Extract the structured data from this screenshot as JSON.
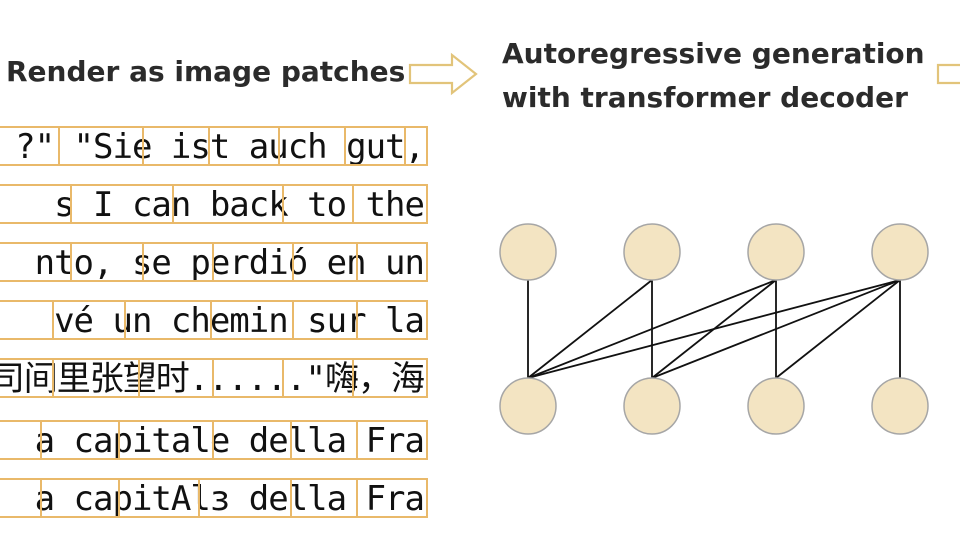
{
  "left_heading": "Render as image patches",
  "right_heading": {
    "line1": "Autoregressive generation",
    "line2": "with transformer decoder"
  },
  "patch_rows": [
    "?\" \"Sie ist auch gut,",
    "s I can back to the",
    "nto, se perdió en un",
    "vé un chemin sur la",
    "司间里张望时......\"嗨，海",
    "a capitale della Fra",
    "a capitAlз della Fra"
  ],
  "colors": {
    "patch_border": "#e9b96a",
    "node_fill": "#f3e4c2",
    "node_stroke": "#a6a6a6",
    "arrow_stroke": "#e2c47a",
    "edge": "#111111",
    "heading": "#2b2b2b"
  },
  "graph": {
    "top_nodes": 4,
    "bottom_nodes": 4,
    "edges": [
      [
        0,
        0
      ],
      [
        1,
        0
      ],
      [
        1,
        1
      ],
      [
        2,
        0
      ],
      [
        2,
        1
      ],
      [
        2,
        2
      ],
      [
        3,
        0
      ],
      [
        3,
        1
      ],
      [
        3,
        2
      ],
      [
        3,
        3
      ]
    ]
  }
}
